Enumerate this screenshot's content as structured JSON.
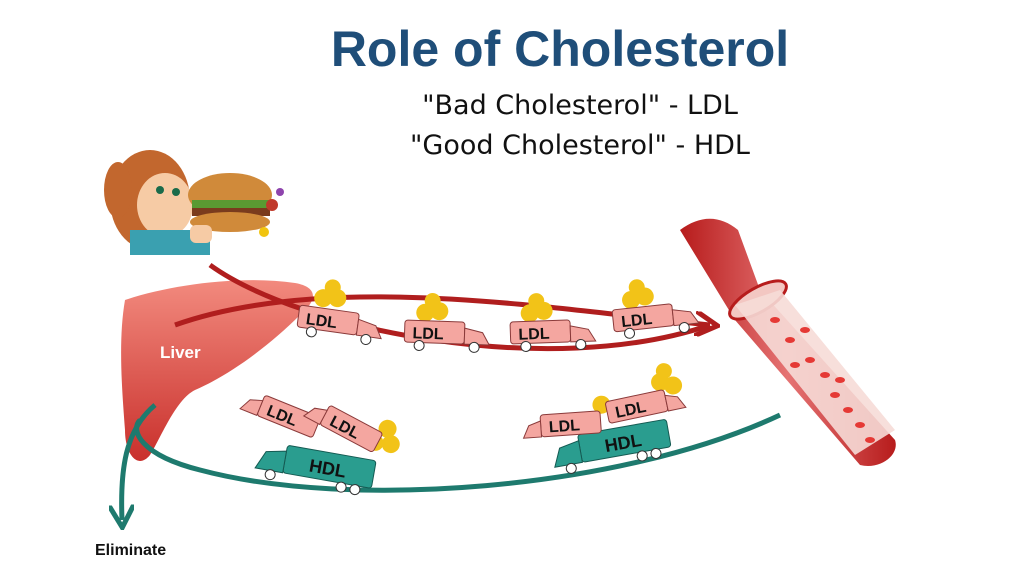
{
  "title": "Role of Cholesterol",
  "subtitles": {
    "bad": "\"Bad Cholesterol\" - LDL",
    "good": "\"Good Cholesterol\" - HDL"
  },
  "labels": {
    "liver": "Liver",
    "eliminate": "Eliminate",
    "ldl": "LDL",
    "hdl": "HDL"
  },
  "colors": {
    "title": "#1f4e79",
    "liver": "#d9534f",
    "ldl_path": "#b01e1e",
    "hdl_path": "#1e7a6e",
    "ldl_truck": "#f4a6a0",
    "hdl_truck": "#2a9d8f",
    "cholesterol": "#f2c318"
  },
  "icons": [
    "girl-eating-burger-icon",
    "liver-organ-icon",
    "blood-vessel-icon",
    "ldl-truck-icon",
    "hdl-truck-icon"
  ]
}
